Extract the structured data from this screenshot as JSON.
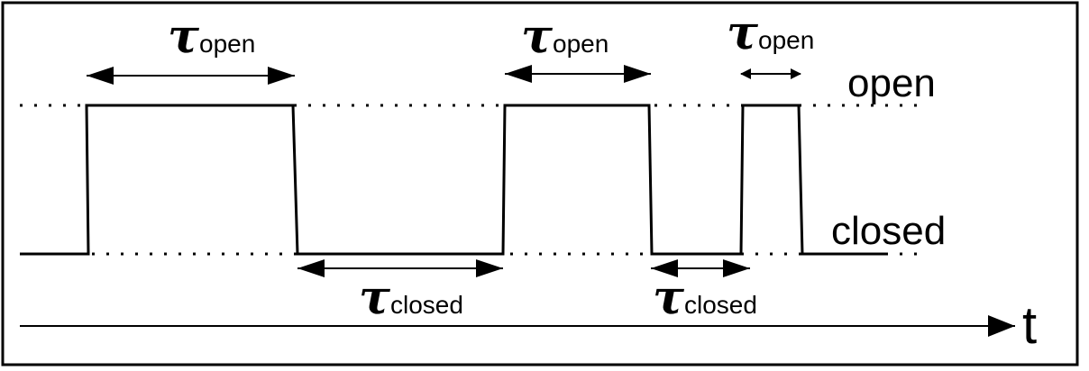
{
  "diagram": {
    "state_labels": {
      "open": "open",
      "closed": "closed"
    },
    "time_axis_label": "t",
    "tau_symbol": "τ",
    "tau_subscripts": {
      "open": "open",
      "closed": "closed"
    },
    "colors": {
      "line": "#000000",
      "background": "#ffffff"
    }
  }
}
